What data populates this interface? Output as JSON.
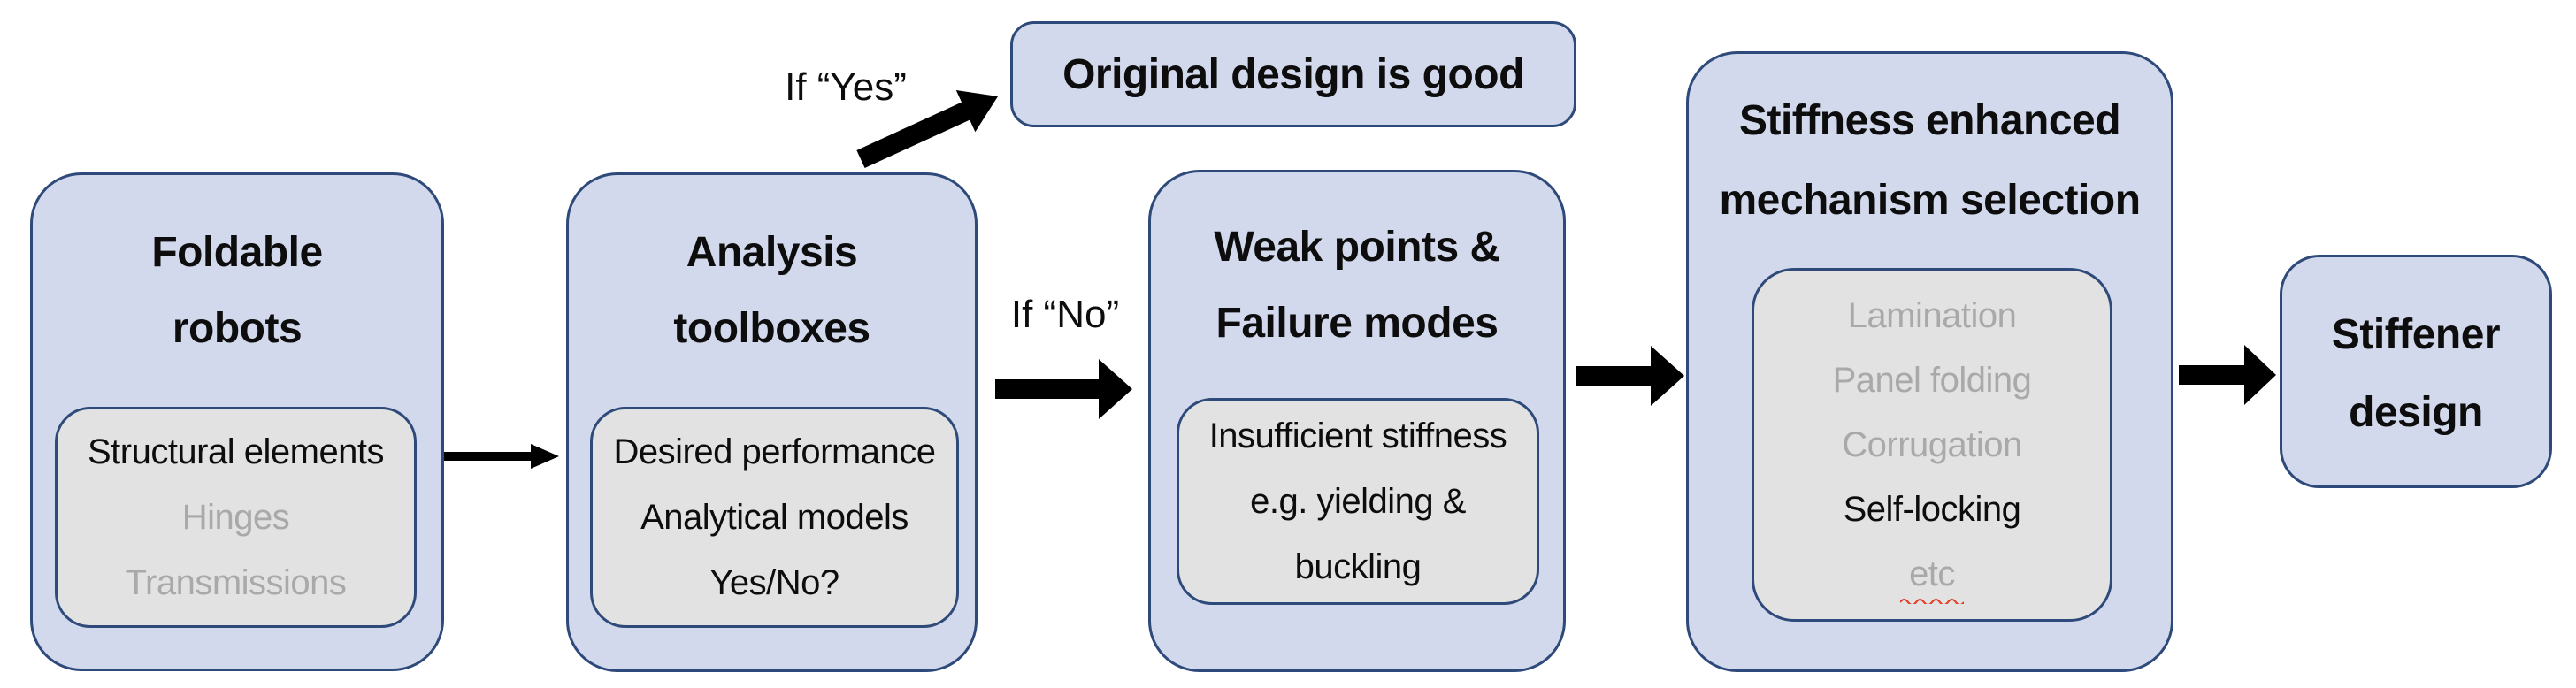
{
  "colors": {
    "canvas_bg": "#ffffff",
    "box_fill": "#d3d9ec",
    "box_border": "#2e4a7a",
    "inner_fill": "#e2e2e2",
    "text": "#0d0d0d",
    "muted_text": "#a9a9a9",
    "arrow": "#000000",
    "squiggle": "#e03b24"
  },
  "nodes": {
    "foldable": {
      "title_line1": "Foldable",
      "title_line2": "robots",
      "items": [
        {
          "label": "Structural elements",
          "muted": false
        },
        {
          "label": "Hinges",
          "muted": true
        },
        {
          "label": "Transmissions",
          "muted": true
        }
      ]
    },
    "analysis": {
      "title_line1": "Analysis",
      "title_line2": "toolboxes",
      "items": [
        {
          "label": "Desired performance",
          "muted": false
        },
        {
          "label": "Analytical models",
          "muted": false
        },
        {
          "label": "Yes/No?",
          "muted": false
        }
      ]
    },
    "original_design": {
      "label": "Original design is good"
    },
    "weak_points": {
      "title_line1": "Weak points &",
      "title_line2": "Failure modes",
      "items": [
        {
          "label": "Insufficient stiffness",
          "muted": false
        },
        {
          "label": "e.g. yielding &",
          "muted": false
        },
        {
          "label": "buckling",
          "muted": false
        }
      ]
    },
    "stiffness_selection": {
      "title_line1": "Stiffness enhanced",
      "title_line2": "mechanism selection",
      "items": [
        {
          "label": "Lamination",
          "muted": true
        },
        {
          "label": "Panel folding",
          "muted": true
        },
        {
          "label": "Corrugation",
          "muted": true
        },
        {
          "label": "Self-locking",
          "muted": false
        },
        {
          "label": "etc",
          "muted": true,
          "spellcheck_underline": true
        }
      ]
    },
    "stiffener": {
      "title_line1": "Stiffener",
      "title_line2": "design"
    }
  },
  "labels": {
    "if_yes": "If “Yes”",
    "if_no": "If “No”"
  }
}
